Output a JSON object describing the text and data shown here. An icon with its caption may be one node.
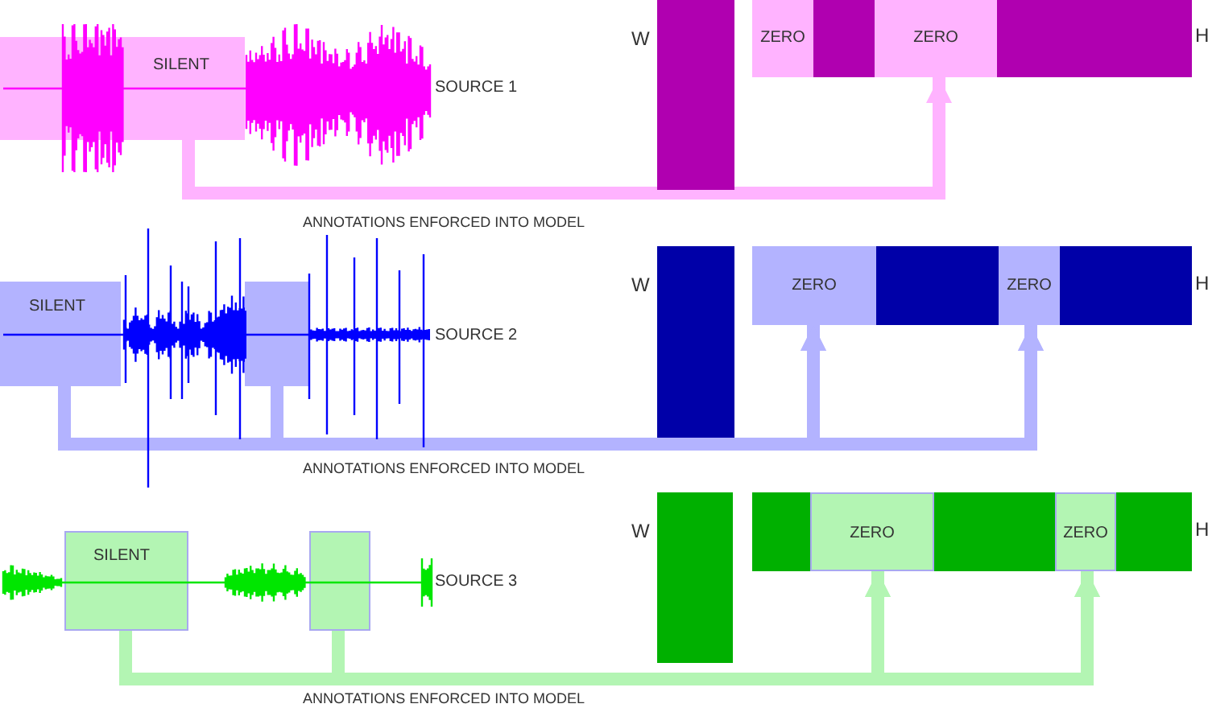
{
  "diagram": {
    "nodes": [
      {
        "text": [
          "SILENT"
        ]
      },
      {
        "text": [
          "W"
        ]
      },
      {
        "text": [
          "H"
        ]
      },
      {
        "text": [
          "ZERO"
        ],
        "in": 2
      },
      {
        "text": [
          "ZERO"
        ],
        "in": 2
      },
      {
        "text": [
          "SILENT"
        ]
      },
      {
        "text": [],
        "shape": "box"
      },
      {
        "text": [
          "W"
        ]
      },
      {
        "text": [
          "H"
        ]
      },
      {
        "text": [
          "ZERO"
        ],
        "in": 8
      },
      {
        "text": [
          "ZERO"
        ],
        "in": 8
      },
      {
        "text": [
          "SILENT"
        ]
      },
      {
        "text": [],
        "shape": "box"
      },
      {
        "text": [
          "W"
        ]
      },
      {
        "text": [
          "H"
        ]
      },
      {
        "text": [
          "ZERO"
        ],
        "in": 14
      },
      {
        "text": [
          "ZERO"
        ],
        "in": 14
      }
    ],
    "edges": [
      {
        "from": 0,
        "to": 4,
        "arrow": "to",
        "color": "#ffb3ff"
      },
      {
        "from": 5,
        "to": 9,
        "arrow": "to",
        "color": "#b3b3ff"
      },
      {
        "from": 5,
        "to": 10,
        "arrow": "to",
        "color": "#b3b3ff"
      },
      {
        "from": 6,
        "to": 9,
        "arrow": "to",
        "color": "#b3b3ff"
      },
      {
        "from": 6,
        "to": 10,
        "arrow": "to",
        "color": "#b3b3ff"
      },
      {
        "from": 11,
        "to": 15,
        "arrow": "to",
        "color": "#b3f5b3"
      },
      {
        "from": 11,
        "to": 16,
        "arrow": "to",
        "color": "#b3f5b3"
      },
      {
        "from": 12,
        "to": 15,
        "arrow": "to",
        "color": "#b3f5b3"
      },
      {
        "from": 12,
        "to": 16,
        "arrow": "to",
        "color": "#b3f5b3"
      }
    ],
    "labels": [
      "SOURCE 1",
      "ANNOTATIONS ENFORCED INTO MODEL",
      "SOURCE 2",
      "ANNOTATIONS ENFORCED INTO MODEL",
      "SOURCE 3",
      "ANNOTATIONS ENFORCED INTO MODEL"
    ]
  }
}
